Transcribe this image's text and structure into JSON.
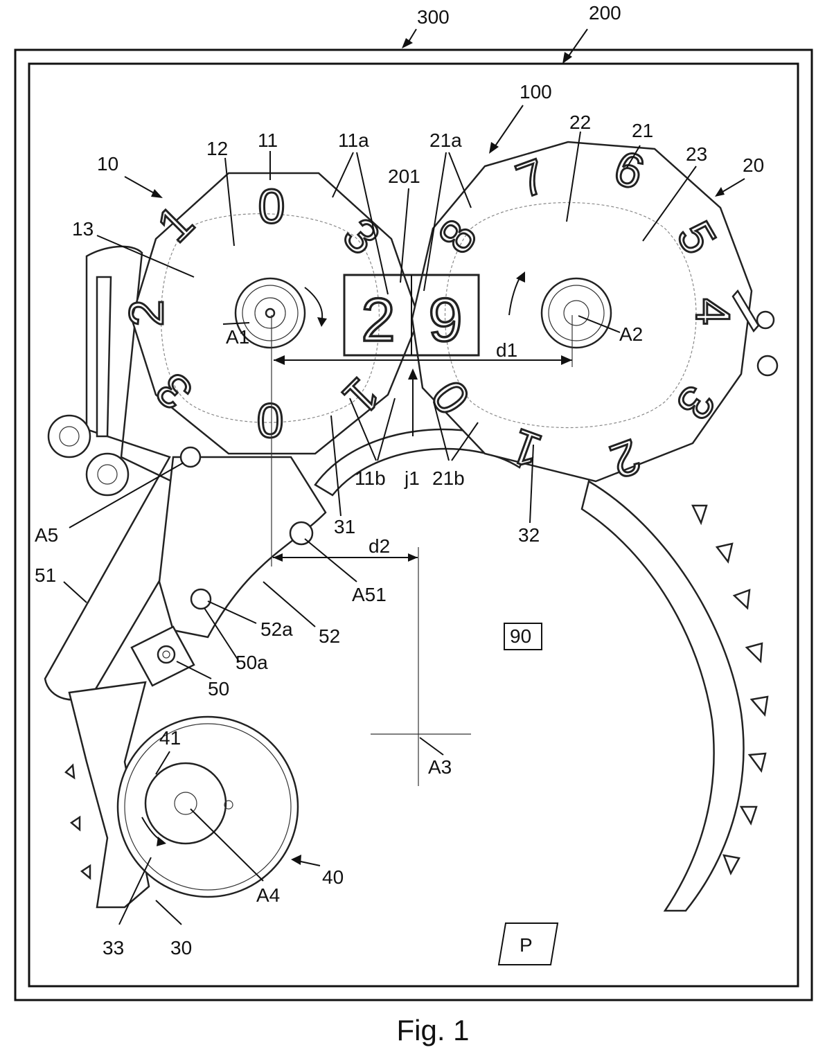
{
  "figure_caption": "Fig. 1",
  "labels": {
    "l300": "300",
    "l200": "200",
    "l100": "100",
    "l10": "10",
    "l20": "20",
    "l11": "11",
    "l12": "12",
    "l13": "13",
    "l11a": "11a",
    "l21a": "21a",
    "l201": "201",
    "l22": "22",
    "l21": "21",
    "l23": "23",
    "lA1": "A1",
    "lA2": "A2",
    "ld1": "d1",
    "ld2": "d2",
    "lA5": "A5",
    "l11b": "11b",
    "lj1": "j1",
    "l21b": "21b",
    "l31": "31",
    "l32": "32",
    "lA51": "A51",
    "l51": "51",
    "l52a": "52a",
    "l52": "52",
    "l50a": "50a",
    "l50": "50",
    "l90": "90",
    "l41": "41",
    "lA3": "A3",
    "l40": "40",
    "lA4": "A4",
    "l33": "33",
    "l30": "30",
    "lP": "P"
  },
  "display_window": {
    "tens_digit": "2",
    "units_digit": "9"
  },
  "tens_disc_digits": [
    "0",
    "3",
    "2",
    "1",
    "0",
    "3",
    "2",
    "1"
  ],
  "units_disc_digits": [
    "7",
    "6",
    "5",
    "4",
    "3",
    "2",
    "1",
    "0",
    "8"
  ]
}
